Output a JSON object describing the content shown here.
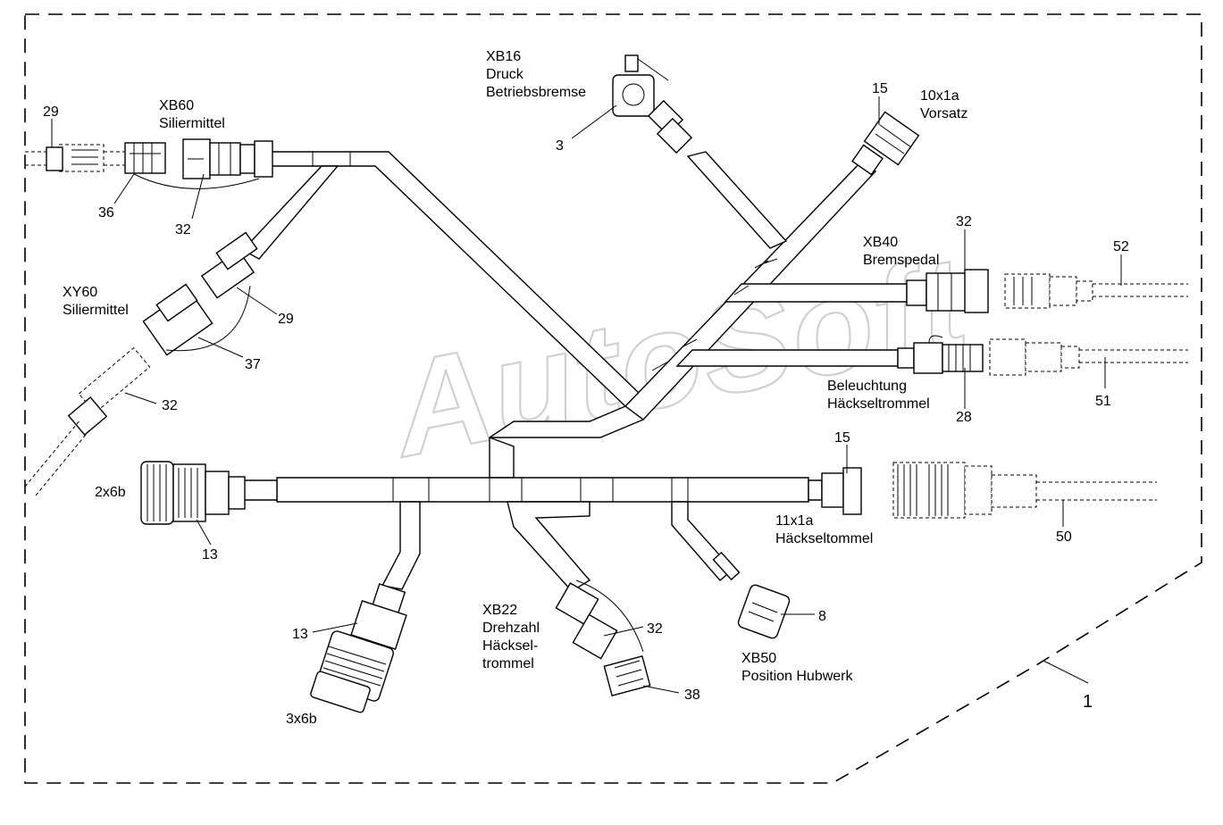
{
  "diagram": {
    "watermark": "AutoSoft",
    "assembly_number": "1",
    "connectors": {
      "xb16": [
        "XB16",
        "Druck",
        "Betriebsbremse"
      ],
      "xb60": [
        "XB60",
        "Siliermittel"
      ],
      "xy60": [
        "XY60",
        "Siliermittel"
      ],
      "x10": [
        "10x1a",
        "Vorsatz"
      ],
      "xb40": [
        "XB40",
        "Bremspedal"
      ],
      "bel": [
        "Beleuchtung",
        "Häckseltrommel"
      ],
      "x2x6b": "2x6b",
      "x3x6b": "3x6b",
      "x11": [
        "11x1a",
        "Häckseltommel"
      ],
      "xb22": [
        "XB22",
        "Drehzahl",
        "Häcksel-",
        "trommel"
      ],
      "xb50": [
        "XB50",
        "Position Hubwerk"
      ]
    },
    "callouts": {
      "c29a": "29",
      "c36": "36",
      "c32a": "32",
      "c3": "3",
      "c15a": "15",
      "c32b": "32",
      "c52": "52",
      "c29b": "29",
      "c37": "37",
      "c32c": "32",
      "c28": "28",
      "c51": "51",
      "c15b": "15",
      "c50": "50",
      "c13a": "13",
      "c13b": "13",
      "c32d": "32",
      "c8": "8",
      "c38": "38"
    }
  }
}
